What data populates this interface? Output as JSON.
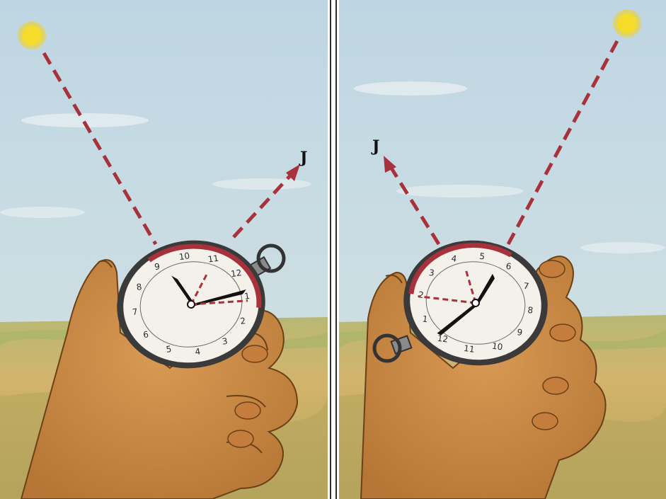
{
  "panels": [
    {
      "id": "left",
      "direction_label": "J",
      "dial_numbers": [
        "12",
        "1",
        "2",
        "3",
        "4",
        "5",
        "6",
        "7",
        "8",
        "9",
        "10",
        "11"
      ]
    },
    {
      "id": "right",
      "direction_label": "J",
      "dial_numbers": [
        "12",
        "1",
        "2",
        "3",
        "4",
        "5",
        "6",
        "7",
        "8",
        "9",
        "10",
        "11"
      ]
    }
  ],
  "colors": {
    "sky": "#c9dbe4",
    "field": "#c7b46a",
    "skin": "#c98a45",
    "dashed_line": "#a8323c",
    "sun": "#f2d21b",
    "divider": "#2d2d2d"
  }
}
